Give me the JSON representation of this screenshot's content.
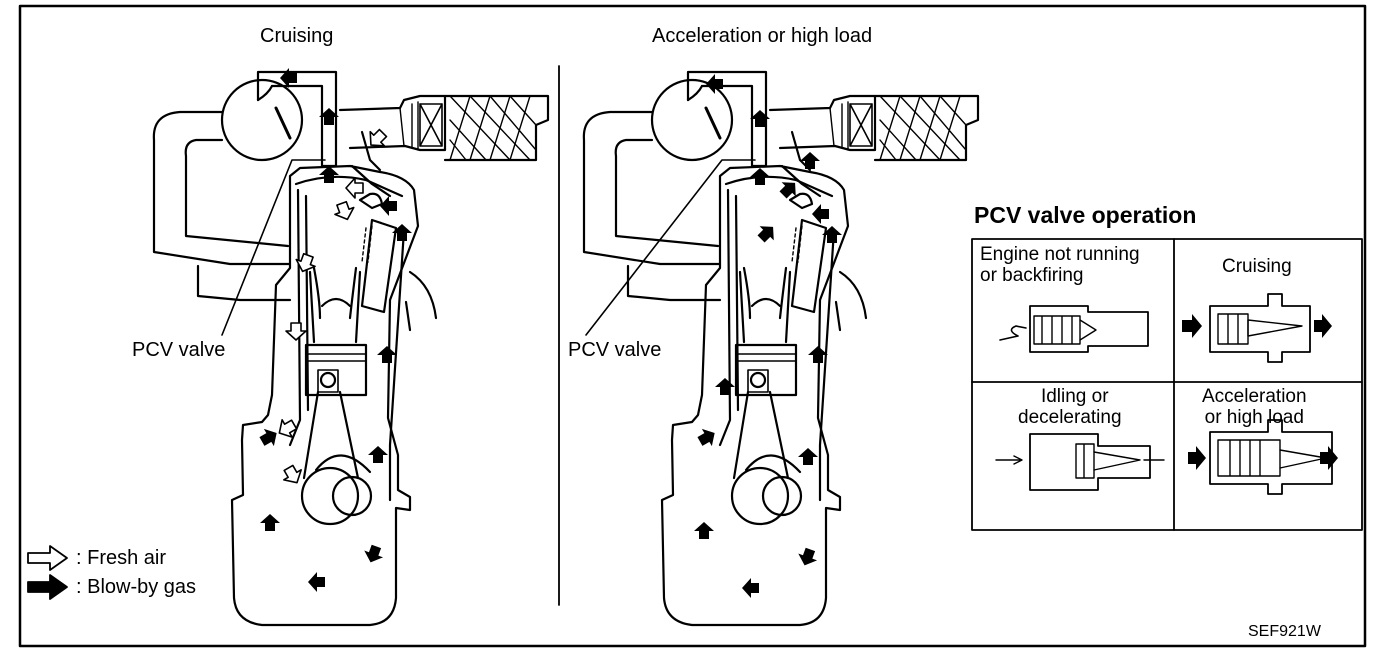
{
  "diagram": {
    "left_title": "Cruising",
    "right_title": "Acceleration or high load",
    "left_callout": "PCV valve",
    "right_callout": "PCV valve",
    "legend": {
      "fresh_air": ": Fresh air",
      "blow_by": ": Blow-by gas"
    },
    "table": {
      "title": "PCV valve operation",
      "cells": [
        {
          "line1": "Engine not running",
          "line2": "or backfiring"
        },
        {
          "line1": "Cruising",
          "line2": ""
        },
        {
          "line1": "Idling or",
          "line2": "decelerating"
        },
        {
          "line1": "Acceleration",
          "line2": "or high load"
        }
      ]
    },
    "figure_code": "SEF921W"
  }
}
